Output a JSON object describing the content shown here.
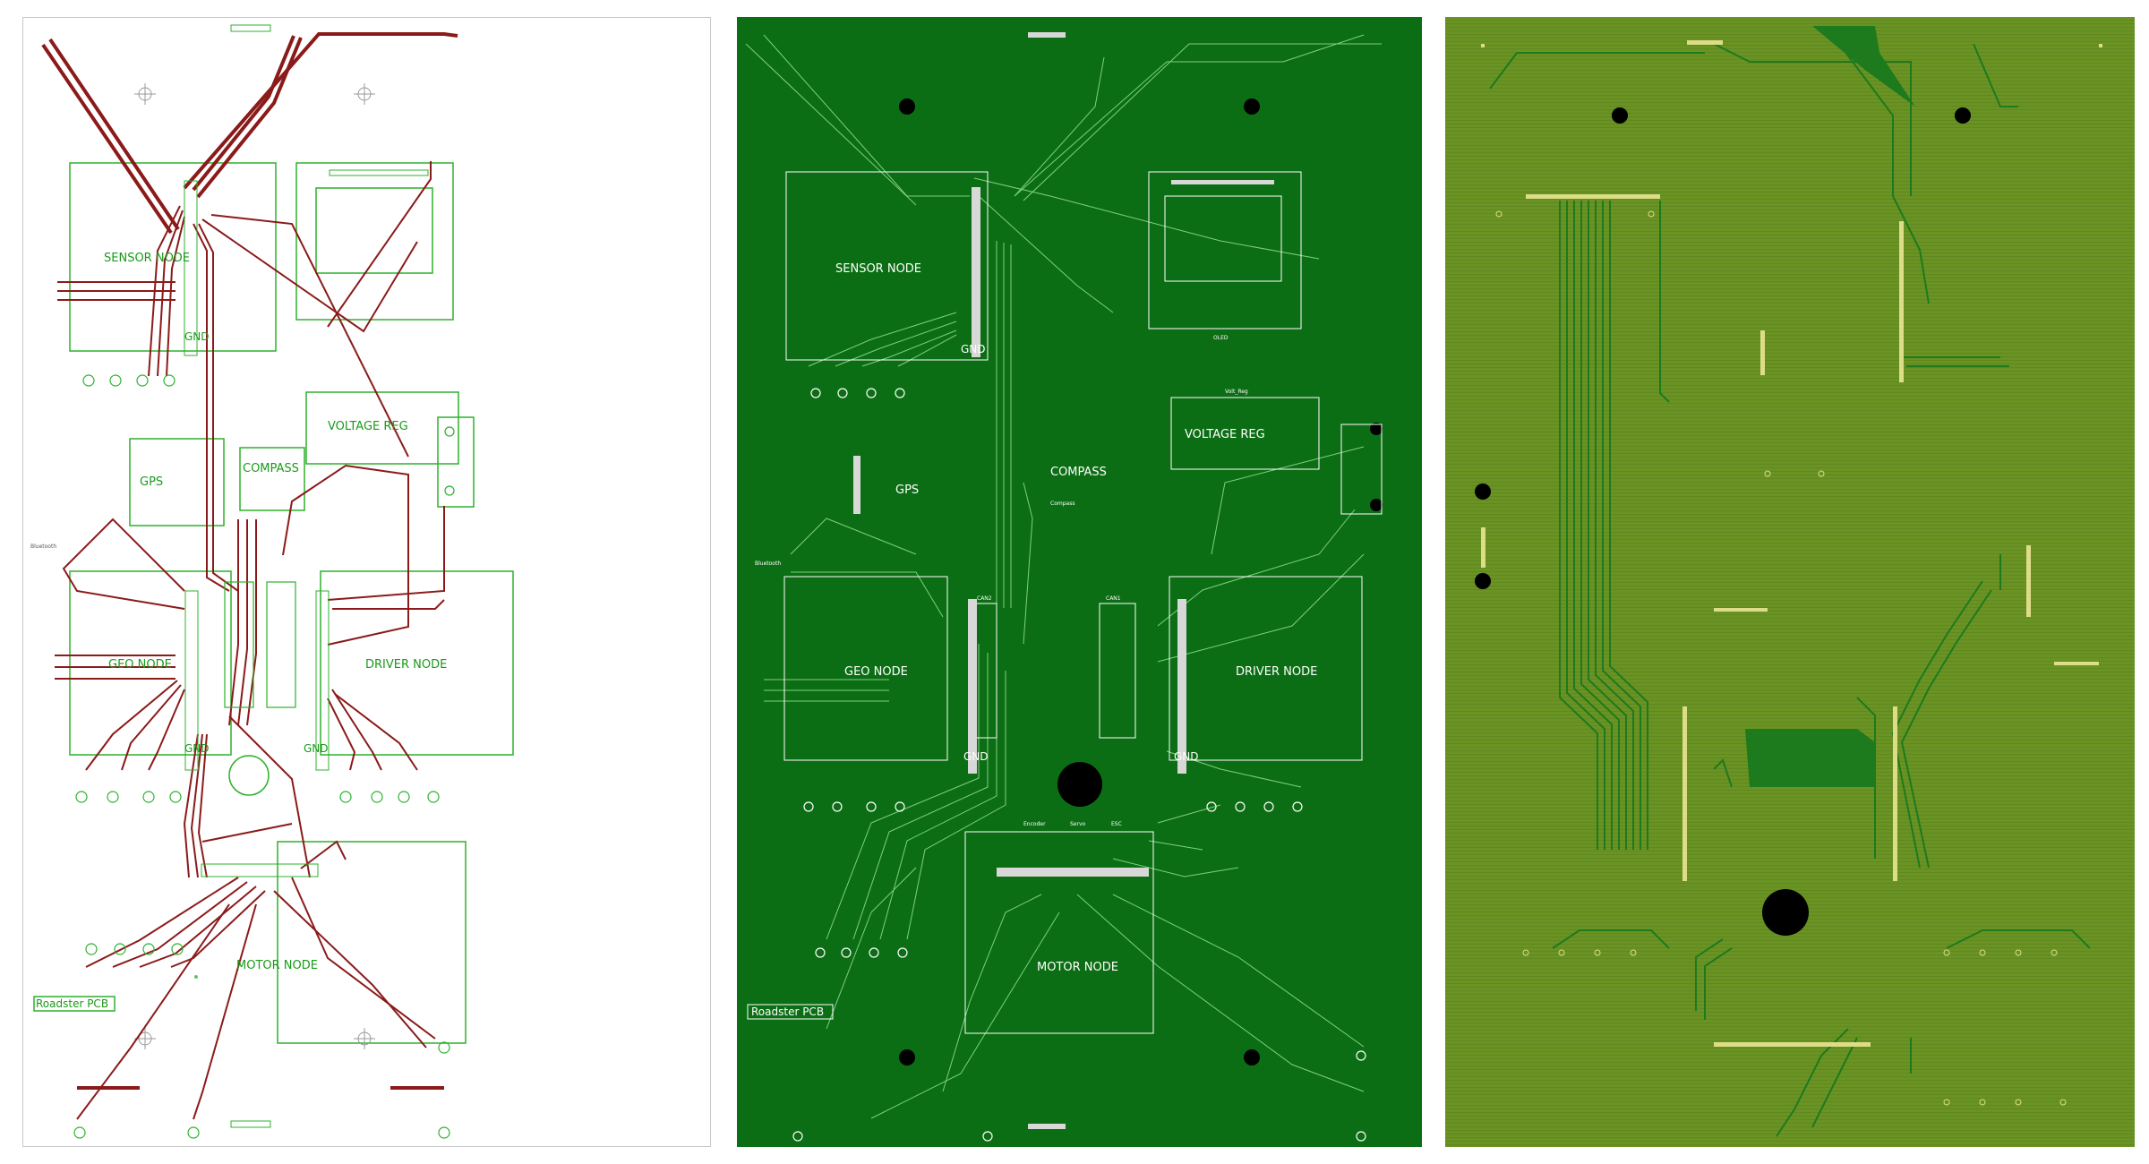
{
  "colors": {
    "outline_green": "#2db12d",
    "trace_red": "#8b1a1a",
    "board_green": "#0c6e14",
    "board_trace": "#7fcf7f",
    "bottom_bg": "#6a9324",
    "bottom_trace": "#1d7a1d",
    "silkscreen": "#ffffff"
  },
  "modules": {
    "sensor": "SENSOR NODE",
    "gps": "GPS",
    "compass": "COMPASS",
    "voltage": "VOLTAGE REG",
    "geo": "GEO NODE",
    "driver": "DRIVER NODE",
    "motor": "MOTOR NODE"
  },
  "pins": {
    "gnd": "GND"
  },
  "silk": {
    "bluetooth": "Bluetooth",
    "compass_hdr": "Compass",
    "volt_reg": "Volt_Reg",
    "encoder": "Encoder",
    "servo": "Servo",
    "esc": "ESC",
    "can1": "CAN1",
    "can2": "CAN2",
    "oled": "OLED"
  },
  "board": {
    "name": "Roadster PCB"
  },
  "views": [
    "schematic-outline",
    "top-copper",
    "bottom-copper"
  ]
}
